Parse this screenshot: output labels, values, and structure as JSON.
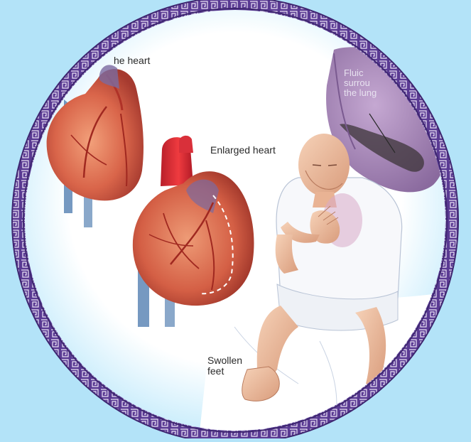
{
  "labels": {
    "heart": "he heart",
    "enlarged_heart": "Enlarged heart",
    "fluid_lungs": "Fluic\nsurrou\nthe lung",
    "swollen_feet": "Swollen\nfeet"
  },
  "colors": {
    "background": "#b3e3f8",
    "frame": "#5a3a93",
    "frame_light": "#7d62b5",
    "vignette_center": "#ffffff",
    "vignette_edge": "#cdeefc",
    "heart_red": "#c9503e",
    "heart_orange": "#e08763",
    "artery_red": "#d6242f",
    "lung_purple": "#a889b8",
    "skin": "#f0c3a6"
  }
}
